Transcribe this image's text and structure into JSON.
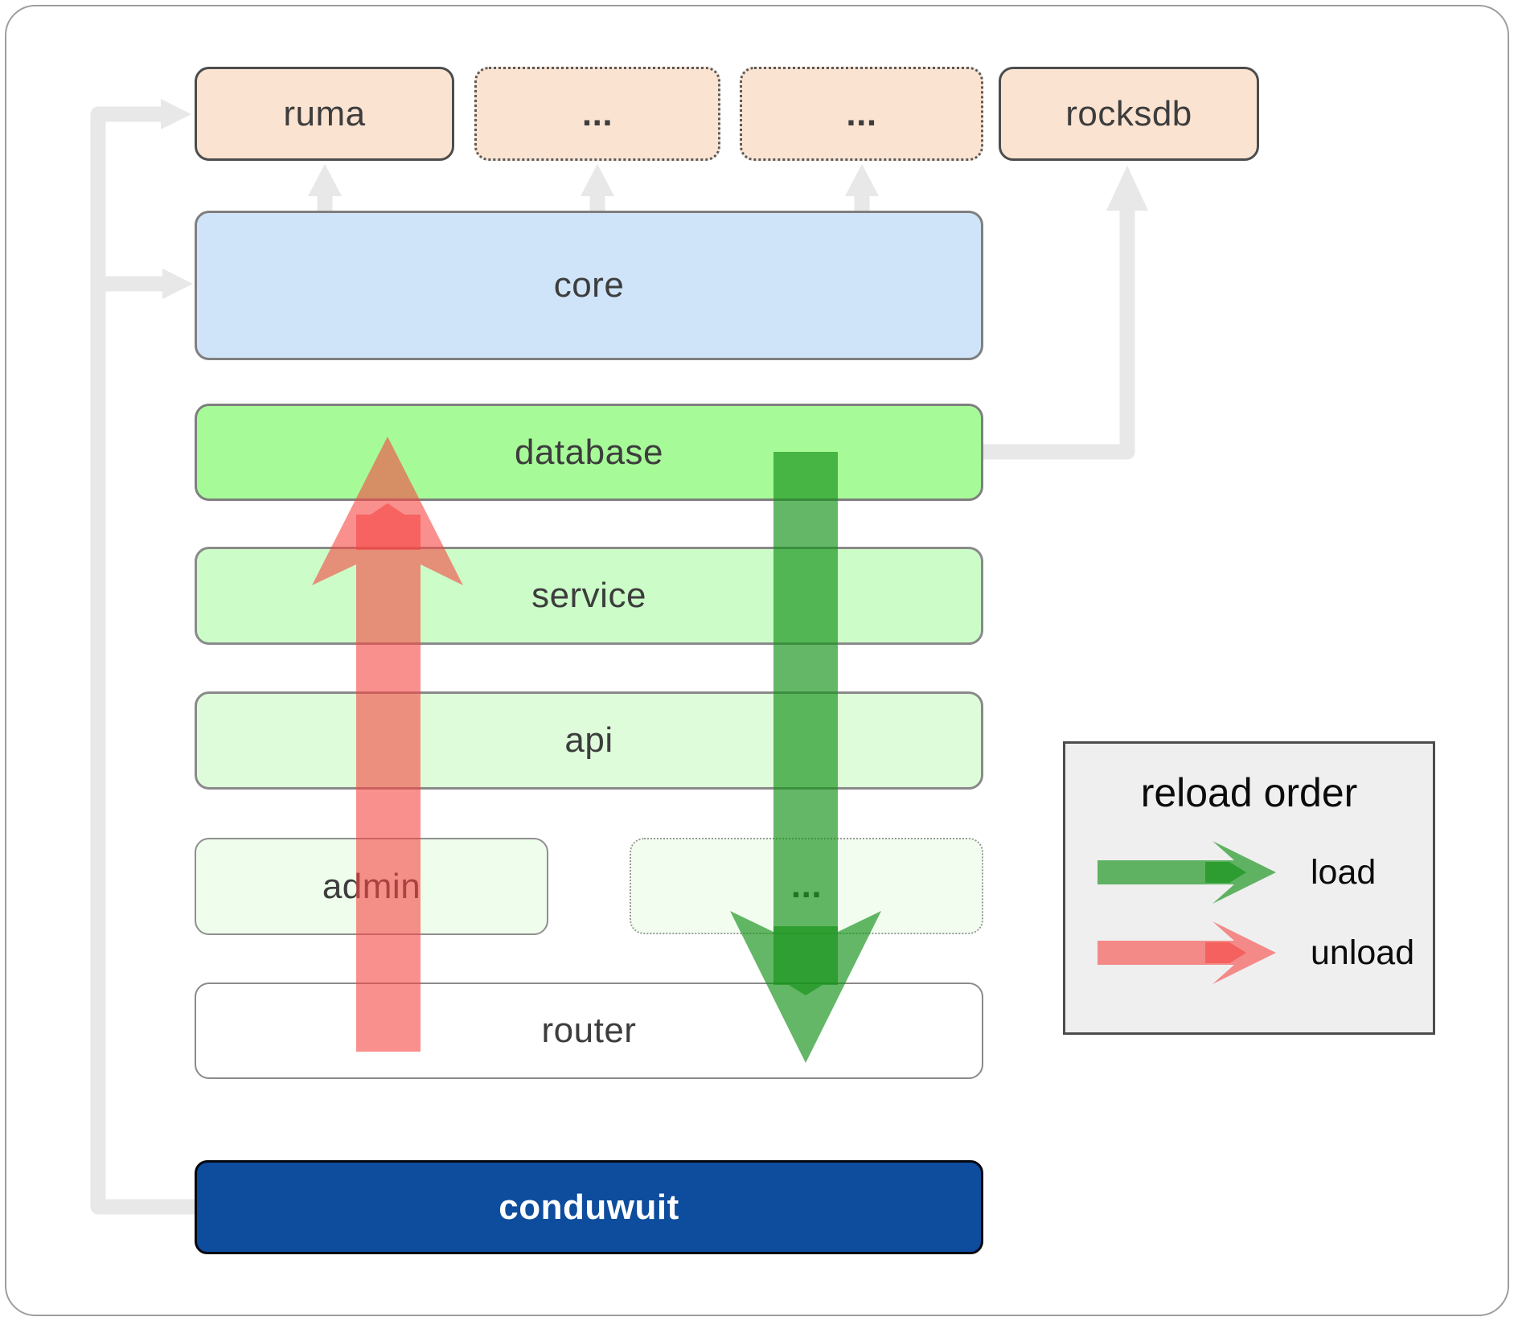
{
  "diagram": {
    "top_row": {
      "ruma": "ruma",
      "more_left": "...",
      "more_right": "...",
      "rocksdb": "rocksdb"
    },
    "stack": {
      "core": "core",
      "database": "database",
      "service": "service",
      "api": "api",
      "admin": "admin",
      "admin_more": "...",
      "router": "router"
    },
    "app": {
      "name": "conduwuit"
    }
  },
  "legend": {
    "title": "reload order",
    "items": [
      {
        "label": "load",
        "color": "#149119"
      },
      {
        "label": "unload",
        "color": "#f54643"
      }
    ]
  },
  "colors": {
    "load_green": "#149119",
    "unload_red": "#f54643",
    "connector_gray": "#e8e8e8",
    "peach": "#fbe3d1",
    "core_blue": "#cfe4f8",
    "database_green": "#a7fa98",
    "service_green": "#ccfdc8",
    "api_green": "#defcda",
    "admin_green": "#effdec",
    "router_white": "#ffffff",
    "conduwuit_blue": "#0e4c9d",
    "legend_bg": "#efefef",
    "label_gray": "#3d3d3d"
  }
}
